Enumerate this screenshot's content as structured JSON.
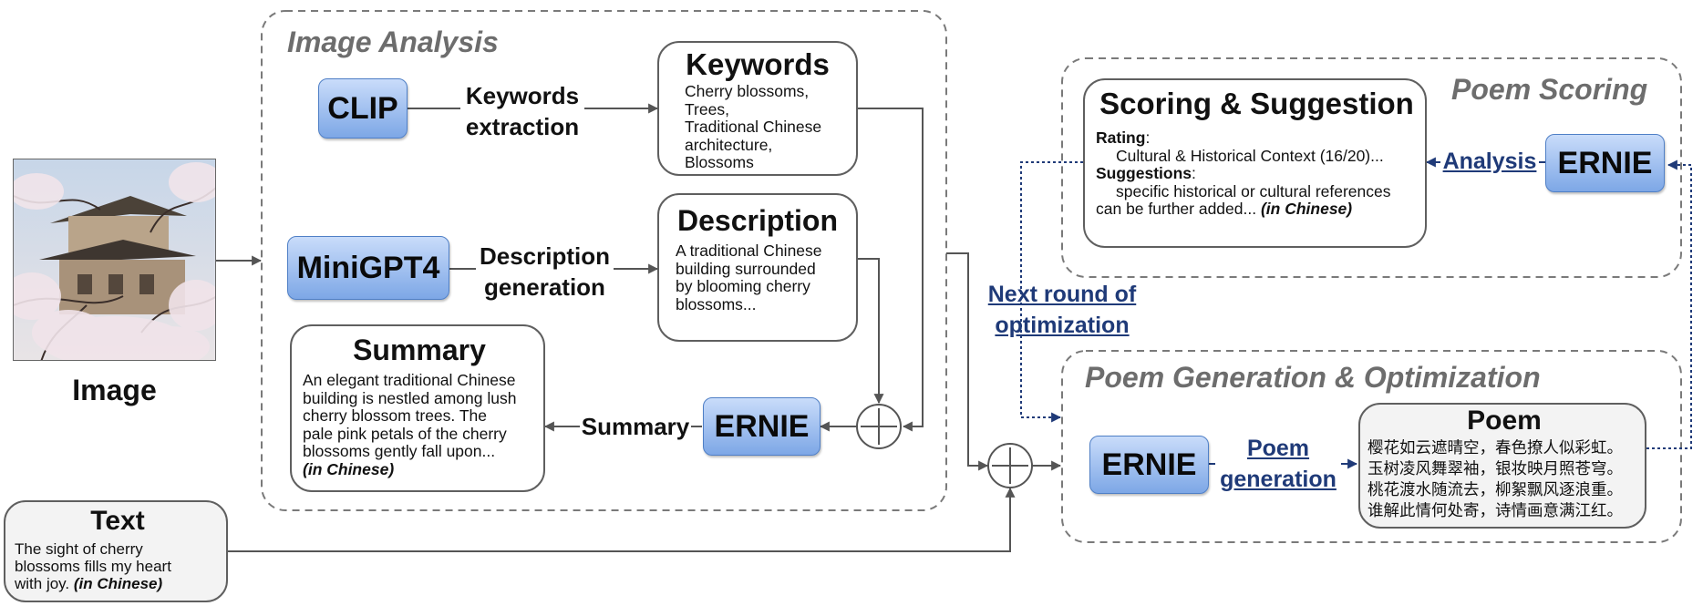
{
  "groups": {
    "image_analysis": "Image Analysis",
    "poem_scoring": "Poem Scoring",
    "poem_generation": "Poem Generation & Optimization"
  },
  "models": {
    "clip": "CLIP",
    "minigpt4": "MiniGPT4",
    "ernie_summary": "ERNIE",
    "ernie_scoring": "ERNIE",
    "ernie_generation": "ERNIE"
  },
  "edge_labels": {
    "keywords_extraction": [
      "Keywords",
      "extraction"
    ],
    "description_generation": [
      "Description",
      "generation"
    ],
    "summary": "Summary",
    "analysis": "Analysis",
    "next_round": [
      "Next round of",
      "optimization"
    ],
    "poem_generation": [
      "Poem",
      "generation"
    ]
  },
  "image": {
    "label": "Image"
  },
  "keywords": {
    "title": "Keywords",
    "lines": [
      "Cherry blossoms,",
      "Trees,",
      "Traditional Chinese",
      "architecture,",
      "Blossoms"
    ]
  },
  "description": {
    "title": "Description",
    "lines": [
      "A traditional Chinese",
      "building surrounded",
      "by blooming cherry",
      "blossoms..."
    ]
  },
  "summary": {
    "title": "Summary",
    "lines": [
      "An elegant traditional Chinese",
      "building is nestled among lush",
      "cherry blossom trees. The",
      "pale pink petals of the cherry",
      "blossoms gently fall upon..."
    ],
    "note": "(in Chinese)"
  },
  "scoring": {
    "title": "Scoring & Suggestion",
    "rating_label": "Rating",
    "rating_text": "Cultural & Historical Context (16/20)...",
    "suggestions_label": "Suggestions",
    "suggestions_line1": "specific historical or cultural references",
    "suggestions_line2": "can be further added...",
    "note": "(in Chinese)"
  },
  "text_input": {
    "title": "Text",
    "lines": [
      "The sight of cherry",
      "blossoms fills my heart"
    ],
    "last_line": "with joy.",
    "note": "(in Chinese)"
  },
  "poem": {
    "title": "Poem",
    "lines": [
      "樱花如云遮晴空，春色撩人似彩虹。",
      "玉树凌风舞翠袖，银妆映月照苍穹。",
      "桃花渡水随流去，柳絮飘风逐浪重。",
      "谁解此情何处寄，诗情画意满江红。"
    ]
  },
  "colors": {
    "model_fill_top": "#c9dcfa",
    "model_fill_bottom": "#7da7e6",
    "model_border": "#4f7fc6",
    "feedback_arrow": "#1f3a78",
    "group_title": "#6d6d6d",
    "arrow": "#555555"
  }
}
